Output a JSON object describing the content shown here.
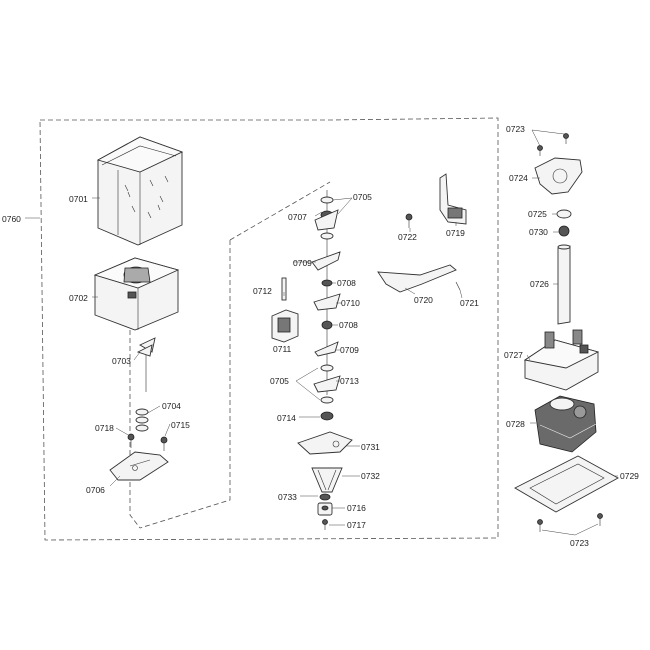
{
  "labels": {
    "l0701": "0701",
    "l0702": "0702",
    "l0703": "0703",
    "l0704": "0704",
    "l0705a": "0705",
    "l0705b": "0705",
    "l0706": "0706",
    "l0707": "0707",
    "l0708a": "0708",
    "l0708b": "0708",
    "l0709a": "0709",
    "l0709b": "0709",
    "l0710": "0710",
    "l0711": "0711",
    "l0712": "0712",
    "l0713": "0713",
    "l0714": "0714",
    "l0715": "0715",
    "l0716": "0716",
    "l0717": "0717",
    "l0718": "0718",
    "l0719": "0719",
    "l0720": "0720",
    "l0721": "0721",
    "l0722": "0722",
    "l0723a": "0723",
    "l0723b": "0723",
    "l0724": "0724",
    "l0725": "0725",
    "l0726": "0726",
    "l0727": "0727",
    "l0728": "0728",
    "l0729": "0729",
    "l0730": "0730",
    "l0731": "0731",
    "l0732": "0732",
    "l0733": "0733",
    "l0760": "0760"
  }
}
